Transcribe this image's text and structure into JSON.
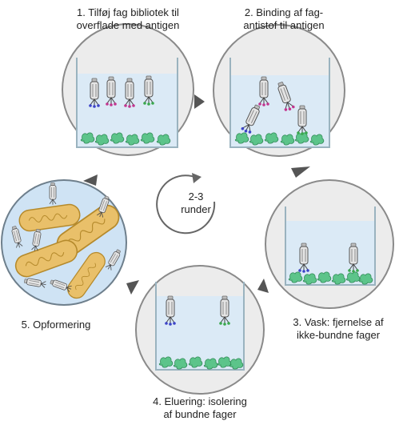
{
  "steps": [
    {
      "id": 1,
      "lines": [
        "1. Tilføj fag bibliotek til",
        "overflade med antigen"
      ]
    },
    {
      "id": 2,
      "lines": [
        "2. Binding af fag-",
        "antistof til antigen"
      ]
    },
    {
      "id": 3,
      "lines": [
        "3. Vask: fjernelse af",
        "ikke-bundne fager"
      ]
    },
    {
      "id": 4,
      "lines": [
        "4. Eluering: isolering",
        "af bundne fager"
      ]
    },
    {
      "id": 5,
      "lines": [
        "5. Opformering"
      ]
    }
  ],
  "cycle": {
    "lines": [
      "2-3",
      "runder"
    ]
  },
  "colors": {
    "circle_fill": "#ececec",
    "circle_stroke": "#8a8a8a",
    "liquid": "#dbeaf6",
    "antigen": "#5cc48a",
    "arrow": "#555555",
    "bacteria": "#e9c06a",
    "phage_tips": [
      "#3c44c8",
      "#c2368f",
      "#3aa84e"
    ]
  }
}
